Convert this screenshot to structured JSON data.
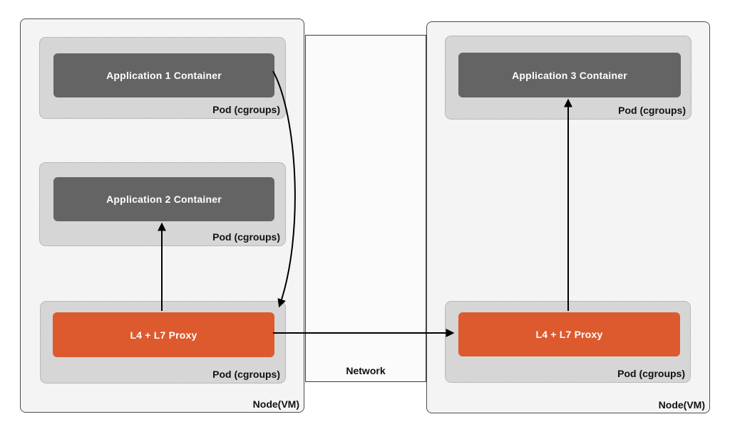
{
  "colors": {
    "canvas_bg": "#ffffff",
    "node_fill": "#f4f4f4",
    "node_border": "#4d4d4d",
    "pod_fill": "#d6d6d6",
    "pod_border": "#9a9a9a",
    "app_container_fill": "#646464",
    "proxy_fill": "#dc5a2e",
    "container_text": "#ffffff",
    "label_text": "#111111",
    "network_fill": "#fbfbfb",
    "network_border": "#3a3a3a",
    "arrow": "#000000"
  },
  "left_node": {
    "label": "Node(VM)",
    "pod1": {
      "label": "Pod (cgroups)",
      "container": "Application 1 Container"
    },
    "pod2": {
      "label": "Pod (cgroups)",
      "container": "Application 2 Container"
    },
    "pod3": {
      "label": "Pod (cgroups)",
      "container": "L4 + L7 Proxy"
    }
  },
  "right_node": {
    "label": "Node(VM)",
    "pod1": {
      "label": "Pod (cgroups)",
      "container": "Application 3 Container"
    },
    "pod2": {
      "label": "Pod (cgroups)",
      "container": "L4 + L7 Proxy"
    }
  },
  "network": {
    "label": "Network"
  }
}
